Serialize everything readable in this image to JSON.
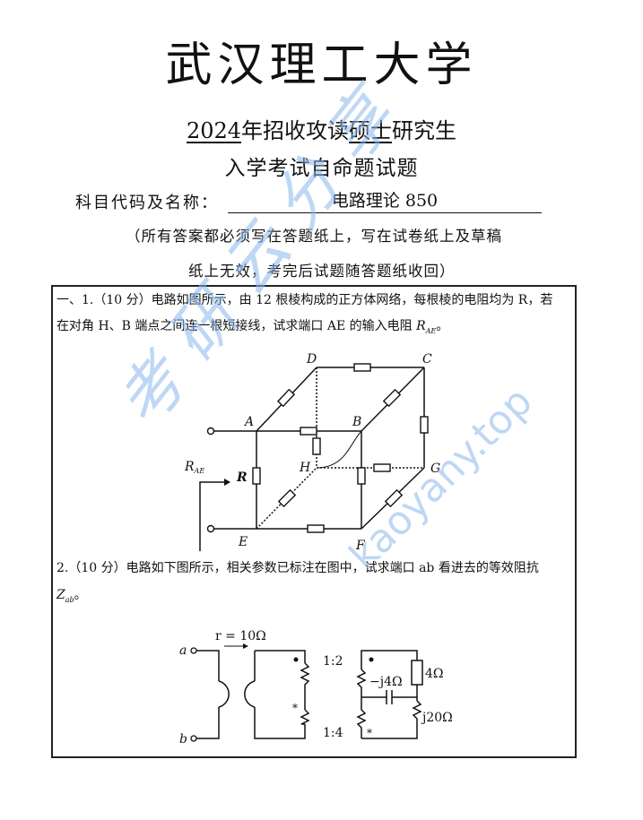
{
  "header": {
    "university": "武汉理工大学",
    "year": "2024",
    "line1_mid": "年招收攻读",
    "degree": "硕士",
    "line1_end": "研究生",
    "line2": "入学考试自命题试题",
    "subject_label": "科目代码及名称：",
    "subject_value": "电路理论  850",
    "notice_line1": "（所有答案都必须写在答题纸上，写在试卷纸上及草稿",
    "notice_line2": "纸上无效，考完后试题随答题纸收回）"
  },
  "questions": [
    {
      "number": "一、1.",
      "points": "（10 分）",
      "text_line1": "电路如图所示，由 12 根棱构成的正方体网络，每根棱的电阻均为 R，若",
      "text_line2": "在对角 H、B 端点之间连一根短接线，试求端口 AE 的输入电阻 ",
      "symbol": "R",
      "symbol_sub": "AE",
      "end": "。",
      "figure": {
        "type": "cube-resistor-network",
        "nodes": [
          "A",
          "B",
          "C",
          "D",
          "E",
          "F",
          "G",
          "H"
        ],
        "labels": {
          "resistor": "R",
          "port": "R",
          "port_sub": "AE"
        }
      }
    },
    {
      "number": "2.",
      "points": "（10 分）",
      "text_line1": "电路如下图所示，相关参数已标注在图中，试求端口 ab 看进去的等效阻抗",
      "symbol": "Z",
      "symbol_sub": "ab",
      "end": "。",
      "figure": {
        "type": "gyrator-transformer-circuit",
        "terminals": [
          "a",
          "b"
        ],
        "gyrator": "r = 10Ω",
        "ratio_top": "1:2",
        "ratio_bottom": "1:4",
        "cap": "−j4Ω",
        "res": "4Ω",
        "ind": "j20Ω"
      }
    }
  ],
  "watermark": {
    "cn": "考研云分享",
    "en": "kaoyany.top",
    "color": "#8ab8ee"
  }
}
